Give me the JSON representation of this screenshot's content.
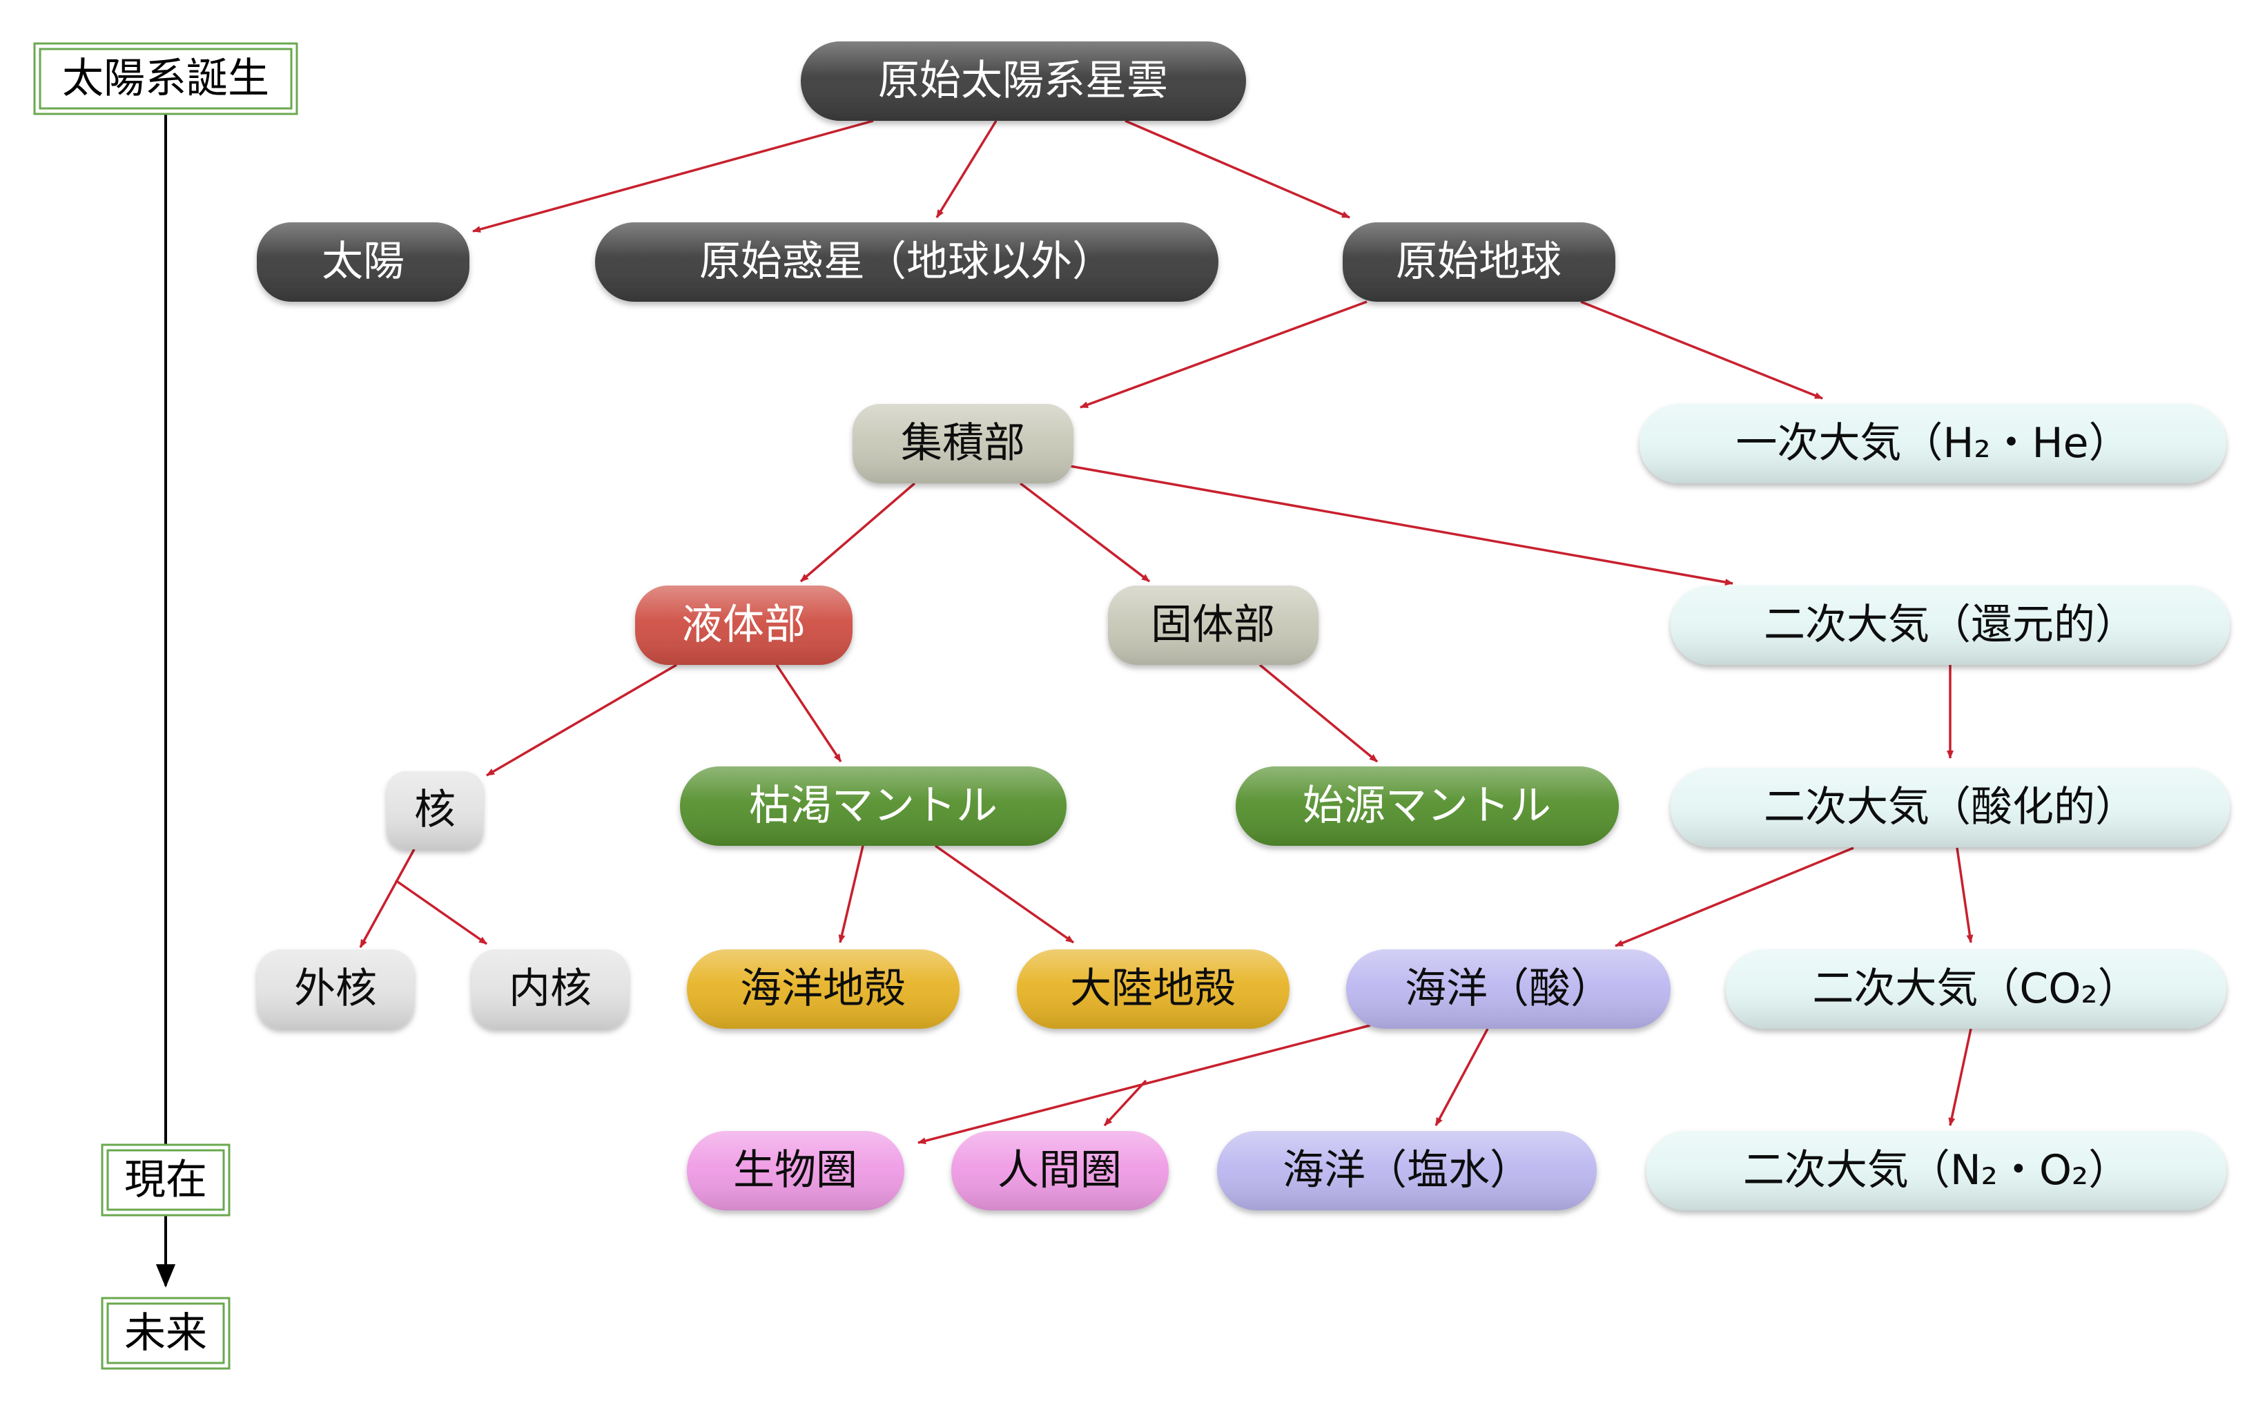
{
  "timeline": {
    "start": "太陽系誕生",
    "present": "現在",
    "future": "未来"
  },
  "nodes": {
    "nebula": "原始太陽系星雲",
    "sun": "太陽",
    "protoplanets": "原始惑星（地球以外）",
    "proto_earth": "原始地球",
    "accretion": "集積部",
    "primary_atmosphere": "一次大気（H₂・He）",
    "liquid_part": "液体部",
    "solid_part": "固体部",
    "secondary_atmosphere_reducing": "二次大気（還元的）",
    "core": "核",
    "depleted_mantle": "枯渇マントル",
    "primitive_mantle": "始源マントル",
    "secondary_atmosphere_oxidizing": "二次大気（酸化的）",
    "outer_core": "外核",
    "inner_core": "内核",
    "oceanic_crust": "海洋地殻",
    "continental_crust": "大陸地殻",
    "acid_ocean": "海洋（酸）",
    "secondary_atmosphere_co2": "二次大気（CO₂）",
    "biosphere": "生物圏",
    "anthroposphere": "人間圏",
    "saltwater_ocean": "海洋（塩水）",
    "secondary_atmosphere_n2_o2": "二次大気（N₂・O₂）"
  },
  "colors": {
    "dark": "#3d3d3d",
    "khaki": "#c8c8b8",
    "red": "#cf4f44",
    "green": "#55902e",
    "gray": "#e3e3e3",
    "gold": "#e7b325",
    "lavender": "#bcb7f0",
    "pink": "#ef9be5",
    "mint": "#e4f6f4",
    "arrow": "#c8202e",
    "timeline_border": "#6aa84f"
  }
}
